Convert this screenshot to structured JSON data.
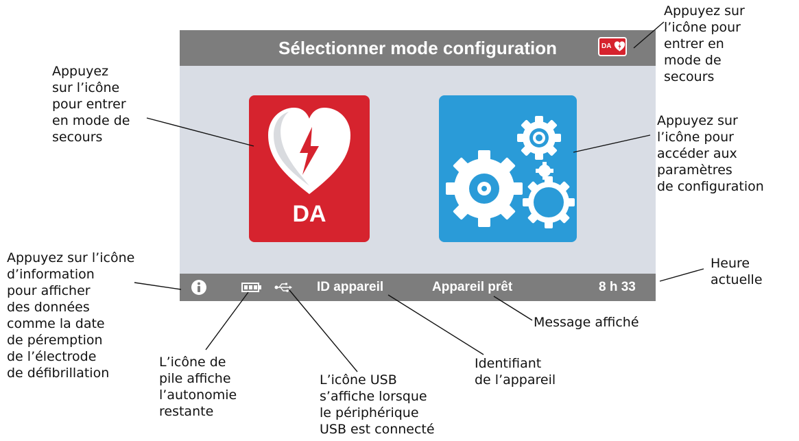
{
  "screen": {
    "title": "Sélectionner mode configuration",
    "title_badge_label": "DA",
    "da_tile_label": "DA",
    "status": {
      "device_id": "ID appareil",
      "message": "Appareil prêt",
      "time": "8 h 33"
    },
    "colors": {
      "bar": "#7d7d7d",
      "background": "#d9dde5",
      "da_red": "#d6232e",
      "config_blue": "#2a9bd8"
    },
    "icons": [
      "heart-lightning-icon",
      "gears-icon",
      "info-icon",
      "battery-icon",
      "usb-icon"
    ]
  },
  "callouts": {
    "top_right": "Appuyez sur\nl’icône pour\nentrer en\nmode de\nsecours",
    "left_heart": "Appuyez\nsur l’icône\npour entrer\nen mode de\nsecours",
    "right_config": "Appuyez sur\nl’icône pour\naccéder aux\nparamètres\nde configuration",
    "info": "Appuyez sur l’icône\nd’information\npour afficher\ndes données\ncomme la date\nde péremption\nde l’électrode\nde défibrillation",
    "time": "Heure\nactuelle",
    "battery": "L’icône de\npile affiche\nl’autonomie\nrestante",
    "usb": "L’icône USB\ns’affiche lorsque\nle périphérique\nUSB est connecté",
    "device_id": "Identifiant\nde l’appareil",
    "message": "Message affiché"
  }
}
